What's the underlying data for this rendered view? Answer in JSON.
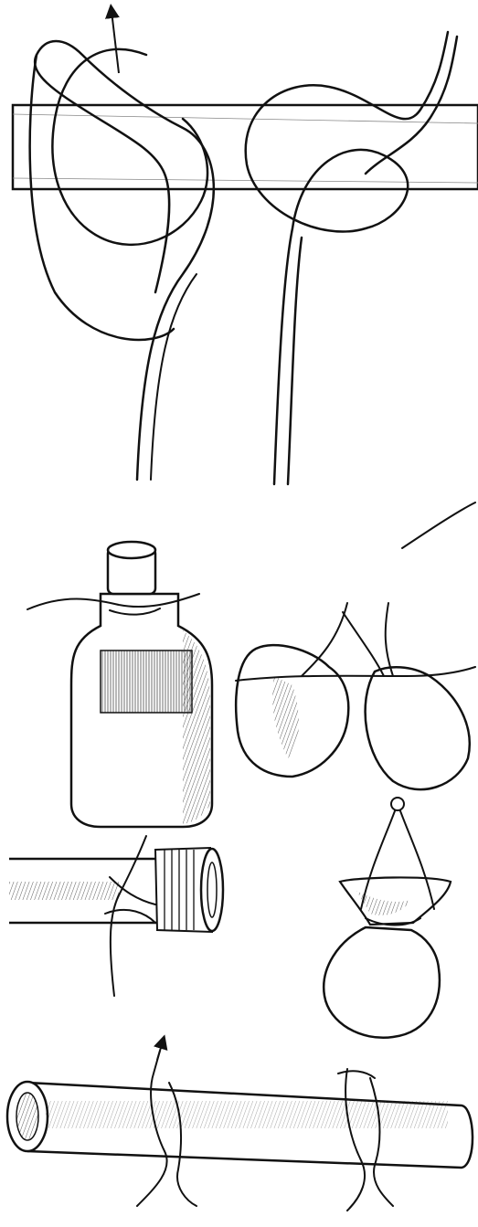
{
  "figure": {
    "panels": [
      {
        "key": "constrictor-knot-tying",
        "caption": ""
      },
      {
        "key": "bottle-neck-tied",
        "caption": ""
      },
      {
        "key": "sack-necks-tied",
        "caption": ""
      },
      {
        "key": "pipe-end-tied",
        "caption": ""
      },
      {
        "key": "bag-mouth-tied",
        "caption": ""
      },
      {
        "key": "pipe-lashing-two-knots",
        "caption": ""
      }
    ],
    "colors": {
      "ink": "#111111",
      "paper": "#ffffff"
    }
  }
}
